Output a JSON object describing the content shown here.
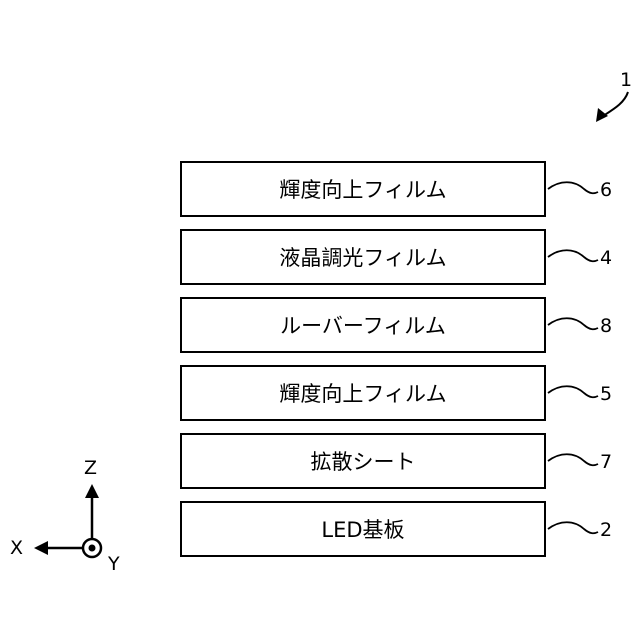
{
  "diagram": {
    "overall_ref": "1",
    "layers": [
      {
        "label": "輝度向上フィルム",
        "ref": "6"
      },
      {
        "label": "液晶調光フィルム",
        "ref": "4"
      },
      {
        "label": "ルーバーフィルム",
        "ref": "8"
      },
      {
        "label": "輝度向上フィルム",
        "ref": "5"
      },
      {
        "label": "拡散シート",
        "ref": "7"
      },
      {
        "label": "LED基板",
        "ref": "2"
      }
    ],
    "axes": {
      "z": "Z",
      "x": "X",
      "y": "Y"
    }
  }
}
